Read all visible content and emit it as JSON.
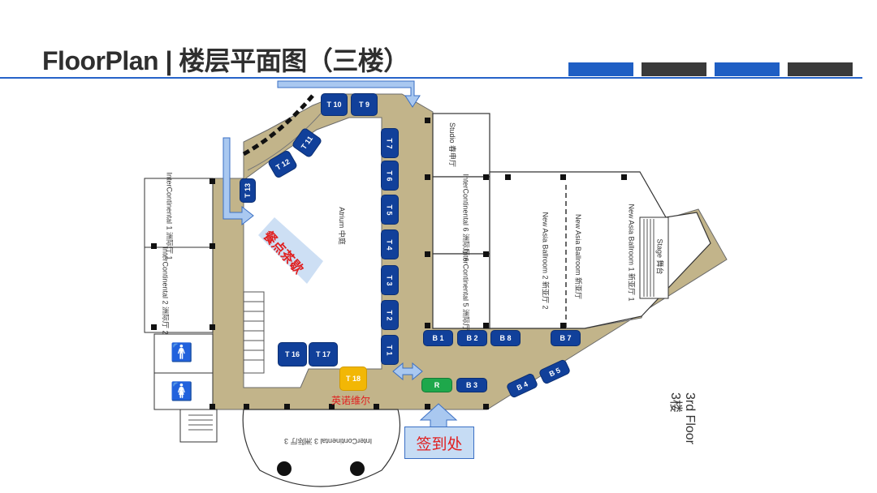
{
  "title": "FloorPlan | 楼层平面图（三楼）",
  "colors": {
    "accent": "#2563c9",
    "booth": "#11409a",
    "floor": "#c2b48a",
    "highlight": "#f2b705",
    "green": "#1ea84b",
    "red": "#e02020"
  },
  "header_bars": [
    "blue",
    "dark",
    "blue",
    "dark"
  ],
  "rooms": {
    "studio": {
      "en": "Studio",
      "zh": "春申厅"
    },
    "ic6": {
      "en": "InterContinental 6",
      "zh": "洲际厅 6"
    },
    "ic5": {
      "en": "InterContinental 5",
      "zh": "洲际厅 5"
    },
    "ic1": {
      "en": "InterContinental 1",
      "zh": "洲际厅 1"
    },
    "ic2": {
      "en": "InterContinental 2",
      "zh": "洲际厅 2"
    },
    "ic3": {
      "en": "InterContinental 3",
      "zh": "洲际厅 3"
    },
    "atrium": {
      "en": "Atrium",
      "zh": "中庭"
    },
    "nab1": {
      "en": "New Asia Ballroom 1",
      "zh": "新亚厅 1"
    },
    "nab2": {
      "en": "New Asia Ballroom 2",
      "zh": "新亚厅 2"
    },
    "nab": {
      "en": "New Asia Ballroom",
      "zh": "新亚厅"
    },
    "stage": {
      "en": "Stage",
      "zh": "舞台"
    }
  },
  "booths": {
    "t10": "T 10",
    "t9": "T 9",
    "t11": "T 11",
    "t12": "T 12",
    "t13": "T 13",
    "t7": "T 7",
    "t6": "T 6",
    "t5": "T 5",
    "t4": "T 4",
    "t3": "T 3",
    "t2": "T 2",
    "t1": "T 1",
    "t16": "T 16",
    "t17": "T 17",
    "t18": "T 18",
    "b1": "B 1",
    "b2": "B 2",
    "b8": "B 8",
    "b7": "B 7",
    "b3": "B 3",
    "b4": "B 4",
    "b5": "B 5",
    "r": "R"
  },
  "labels": {
    "catering": "餐点茶歇",
    "t18_company": "英诺维尔",
    "registration": "签到处",
    "floor_en": "3rd Floor",
    "floor_zh": "3楼"
  }
}
